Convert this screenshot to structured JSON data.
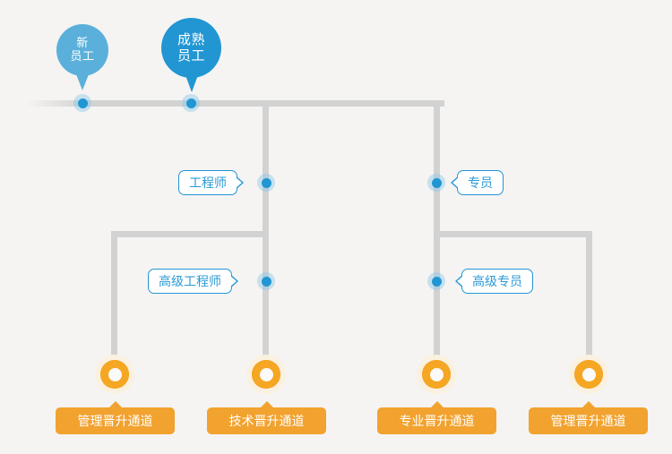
{
  "diagram": {
    "title": "employee-promotion-path",
    "background_color": "#f5f4f2",
    "colors": {
      "blue_primary": "#2196d3",
      "blue_light": "#5bb0db",
      "orange": "#f2a22e",
      "orange_node": "#f5a623",
      "line_gray": "#d2d2d2"
    }
  },
  "stages": [
    {
      "id": "new-employee",
      "label_line1": "新",
      "label_line2": "员工",
      "color": "#5bb0db"
    },
    {
      "id": "mature-employee",
      "label_line1": "成熟",
      "label_line2": "员工",
      "color": "#2196d3"
    }
  ],
  "roles": [
    {
      "id": "engineer",
      "label": "工程师",
      "side": "left",
      "level": 2
    },
    {
      "id": "specialist",
      "label": "专员",
      "side": "right",
      "level": 2
    },
    {
      "id": "senior-engineer",
      "label": "高级工程师",
      "side": "left",
      "level": 3
    },
    {
      "id": "senior-specialist",
      "label": "高级专员",
      "side": "right",
      "level": 3
    }
  ],
  "channels": [
    {
      "id": "management-left",
      "label": "管理晋升通道"
    },
    {
      "id": "technical",
      "label": "技术晋升通道"
    },
    {
      "id": "professional",
      "label": "专业晋升通道"
    },
    {
      "id": "management-right",
      "label": "管理晋升通道"
    }
  ]
}
